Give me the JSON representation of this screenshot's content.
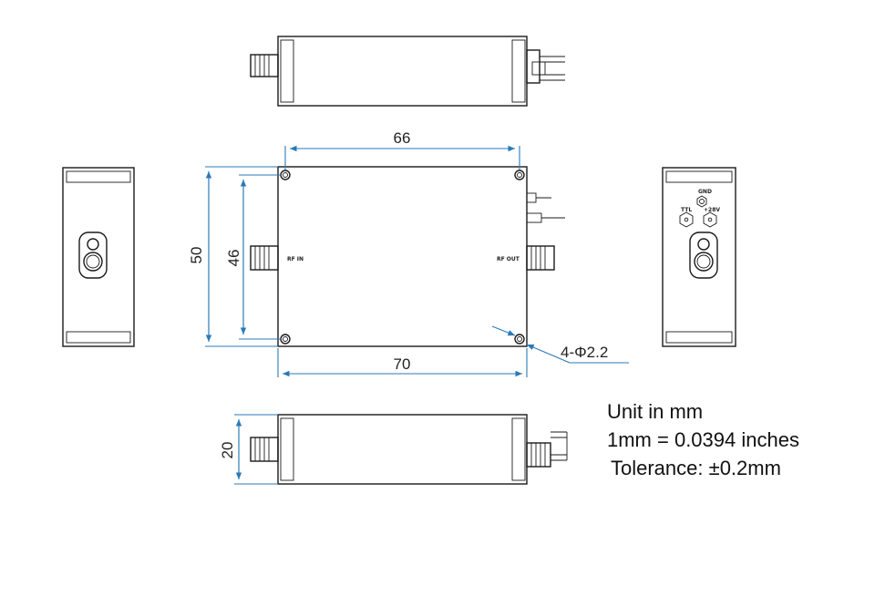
{
  "dimensions": {
    "top_width": "66",
    "bottom_width": "70",
    "outer_height": "50",
    "inner_height": "46",
    "side_height": "20",
    "holes": "4-Φ2.2"
  },
  "labels": {
    "rf_in": "RF IN",
    "rf_out": "RF OUT",
    "gnd": "GND",
    "ttl": "TTL",
    "supply": "+28V"
  },
  "notes": {
    "unit": "Unit in mm",
    "conversion": "1mm = 0.0394 inches",
    "tolerance": "Tolerance:  ±0.2mm"
  },
  "colors": {
    "outline": "#1a1a1a",
    "dimension": "#2a7ab8"
  }
}
